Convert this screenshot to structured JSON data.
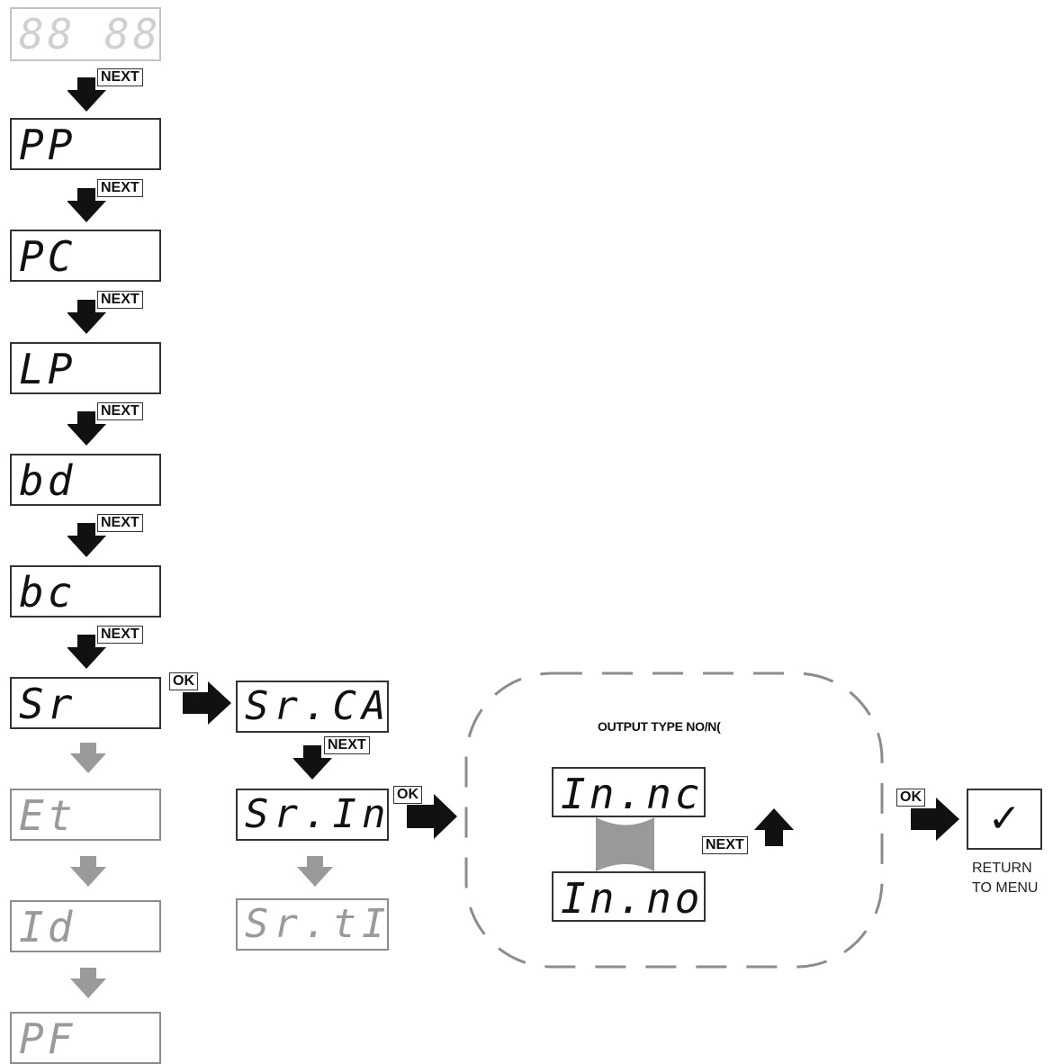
{
  "column1": [
    {
      "text": "88 88",
      "style": "faint"
    },
    {
      "text": "PP",
      "style": "normal"
    },
    {
      "text": "PC",
      "style": "normal"
    },
    {
      "text": "LP",
      "style": "normal"
    },
    {
      "text": "bd",
      "style": "normal"
    },
    {
      "text": "bc",
      "style": "normal"
    },
    {
      "text": "Sr",
      "style": "normal"
    },
    {
      "text": "Et",
      "style": "dim"
    },
    {
      "text": "Id",
      "style": "dim"
    },
    {
      "text": "PF",
      "style": "dim"
    }
  ],
  "column2": [
    {
      "text": "Sr.CA",
      "style": "normal"
    },
    {
      "text": "Sr.In",
      "style": "normal"
    },
    {
      "text": "Sr.tI",
      "style": "dim"
    }
  ],
  "labels": {
    "next": "NEXT",
    "ok": "OK"
  },
  "submenu": {
    "title": "OUTPUT TYPE NO/N(",
    "display_nc": "In.nc",
    "display_no": "In.no"
  },
  "return": {
    "check": "✓",
    "line1": "RETURN",
    "line2": "TO MENU"
  },
  "colors": {
    "active": "#111111",
    "inactive_arrow": "#9a9a9a",
    "connector": "#999999",
    "dashed_border": "#8c8c8c"
  }
}
